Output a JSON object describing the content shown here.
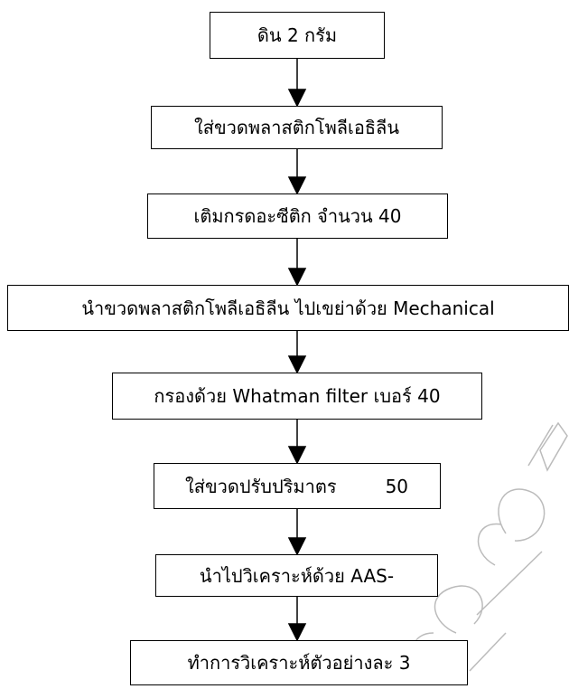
{
  "flowchart": {
    "steps": [
      "ดิน 2 กรัม",
      "ใส่ขวดพลาสติกโพลีเอธิลีน",
      "เติมกรดอะซีติก จำนวน 40",
      "นำขวดพลาสติกโพลีเอธิลีน ไปเขย่าด้วย Mechanical",
      "กรองด้วย Whatman filter เบอร์ 40",
      "ใส่ขวดปรับปริมาตร",
      "50",
      "นำไปวิเคราะห์ด้วย AAS-",
      "ทำการวิเคราะห์ตัวอย่างละ 3"
    ]
  }
}
